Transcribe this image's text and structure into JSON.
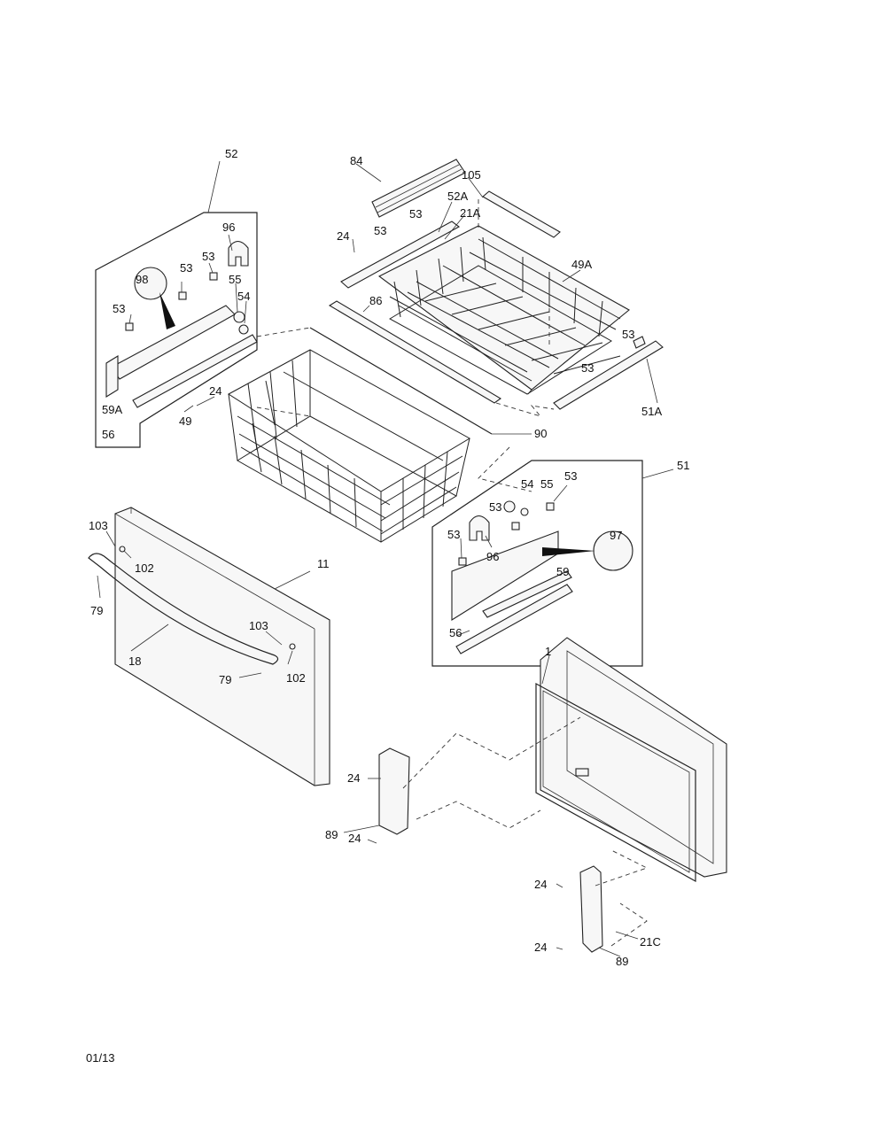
{
  "footer": {
    "date_code": "01/13"
  },
  "callouts": {
    "c84": "84",
    "c105": "105",
    "c52A": "52A",
    "c21A": "21A",
    "c53_a": "53",
    "c53_b": "53",
    "c24_top": "24",
    "c86": "86",
    "c49A": "49A",
    "c53_c": "53",
    "c53_d": "53",
    "c51A": "51A",
    "c52": "52",
    "c96_a": "96",
    "c98": "98",
    "c53_e": "53",
    "c53_f": "53",
    "c55_a": "55",
    "c54_a": "54",
    "c53_g": "53",
    "c24_mid": "24",
    "c59A": "59A",
    "c49": "49",
    "c56_a": "56",
    "c90": "90",
    "c51": "51",
    "c53_h": "53",
    "c54_b": "54",
    "c55_b": "55",
    "c53_i": "53",
    "c53_j": "53",
    "c96_b": "96",
    "c97": "97",
    "c59": "59",
    "c56_b": "56",
    "c103_a": "103",
    "c102_a": "102",
    "c79_a": "79",
    "c11": "11",
    "c18": "18",
    "c103_b": "103",
    "c79_b": "79",
    "c102_b": "102",
    "c1": "1",
    "c24_d": "24",
    "c89_a": "89",
    "c24_e": "24",
    "c24_f": "24",
    "c21C": "21C",
    "c24_g": "24",
    "c89_b": "89"
  }
}
